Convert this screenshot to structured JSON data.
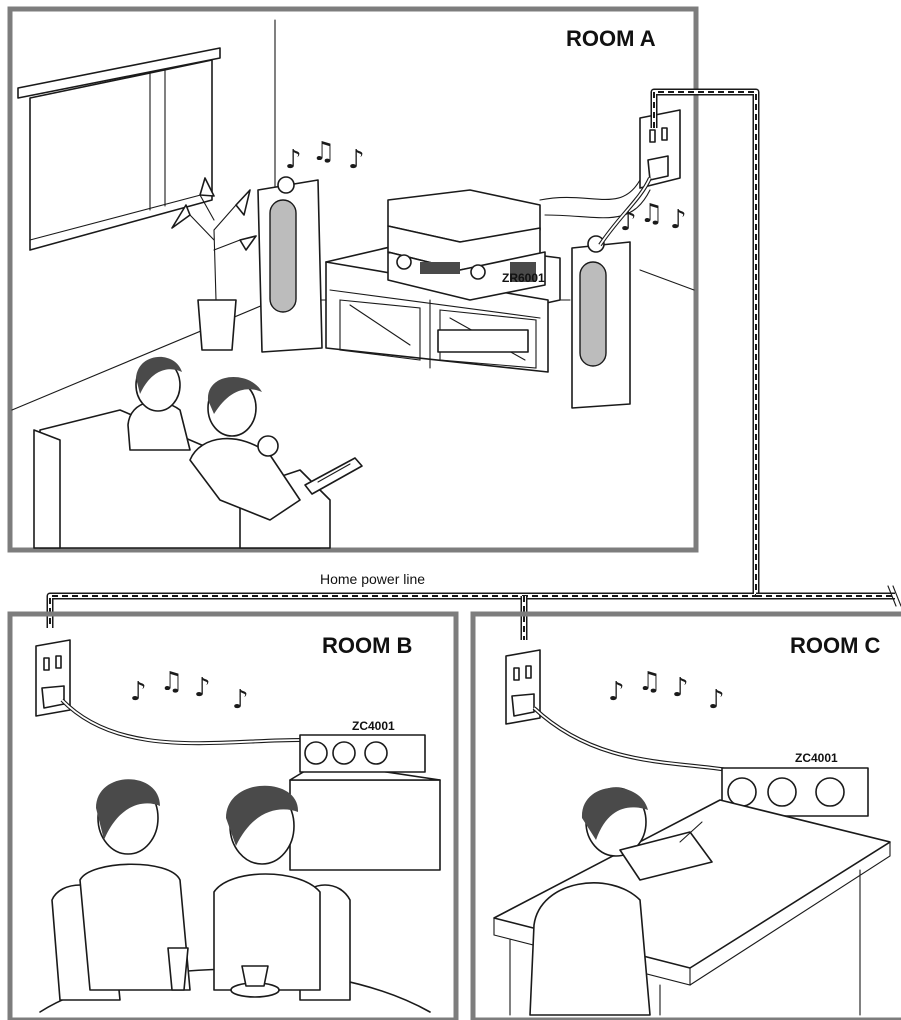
{
  "power_line_label": "Home power line",
  "rooms": [
    {
      "title": "ROOM A",
      "device_model": "ZR6001"
    },
    {
      "title": "ROOM B",
      "device_model": "ZC4001"
    },
    {
      "title": "ROOM C",
      "device_model": "ZC4001"
    }
  ],
  "icons": [
    "music-note-icon",
    "power-outlet-icon",
    "remote-control-icon",
    "speaker-icon"
  ]
}
